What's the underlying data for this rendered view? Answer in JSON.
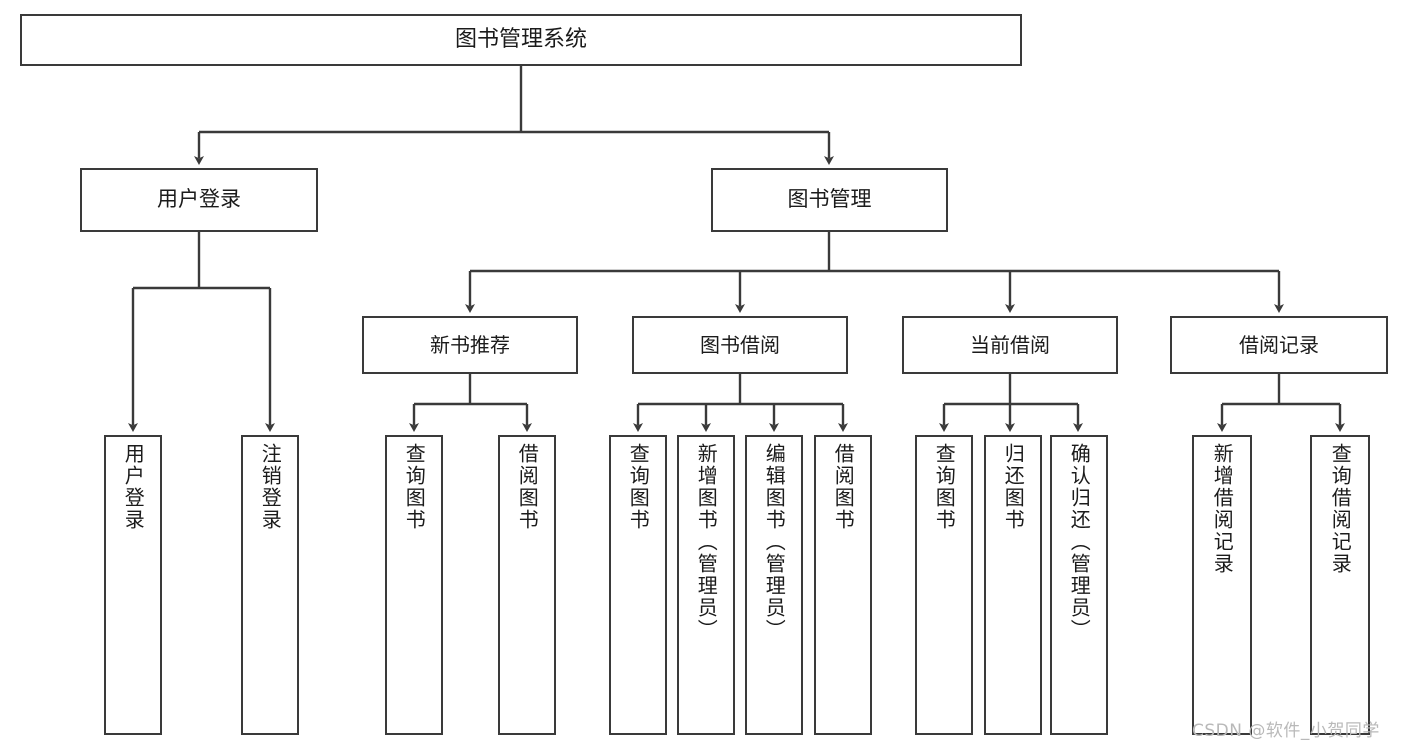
{
  "diagram": {
    "title": "图书管理系统",
    "type": "tree-hierarchy",
    "watermark": "CSDN @软件_小贺同学",
    "colors": {
      "box_border": "#3a3a3a",
      "box_fill": "#ffffff",
      "edge": "#3a3a3a",
      "text": "#1b1b1b",
      "watermark": "#b9b9b9"
    },
    "root": {
      "label": "图书管理系统"
    },
    "level1": [
      {
        "label": "用户登录"
      },
      {
        "label": "图书管理"
      }
    ],
    "level2": [
      {
        "label": "新书推荐"
      },
      {
        "label": "图书借阅"
      },
      {
        "label": "当前借阅"
      },
      {
        "label": "借阅记录"
      }
    ],
    "leaves": {
      "user_login": [
        {
          "label": "用户登录"
        },
        {
          "label": "注销登录"
        }
      ],
      "new_book_recommend": [
        {
          "label": "查询图书"
        },
        {
          "label": "借阅图书"
        }
      ],
      "book_borrow": [
        {
          "label": "查询图书"
        },
        {
          "label": "新增图书（管理员）"
        },
        {
          "label": "编辑图书（管理员）"
        },
        {
          "label": "借阅图书"
        }
      ],
      "current_borrow": [
        {
          "label": "查询图书"
        },
        {
          "label": "归还图书"
        },
        {
          "label": "确认归还（管理员）"
        }
      ],
      "borrow_record": [
        {
          "label": "新增借阅记录"
        },
        {
          "label": "查询借阅记录"
        }
      ]
    }
  }
}
